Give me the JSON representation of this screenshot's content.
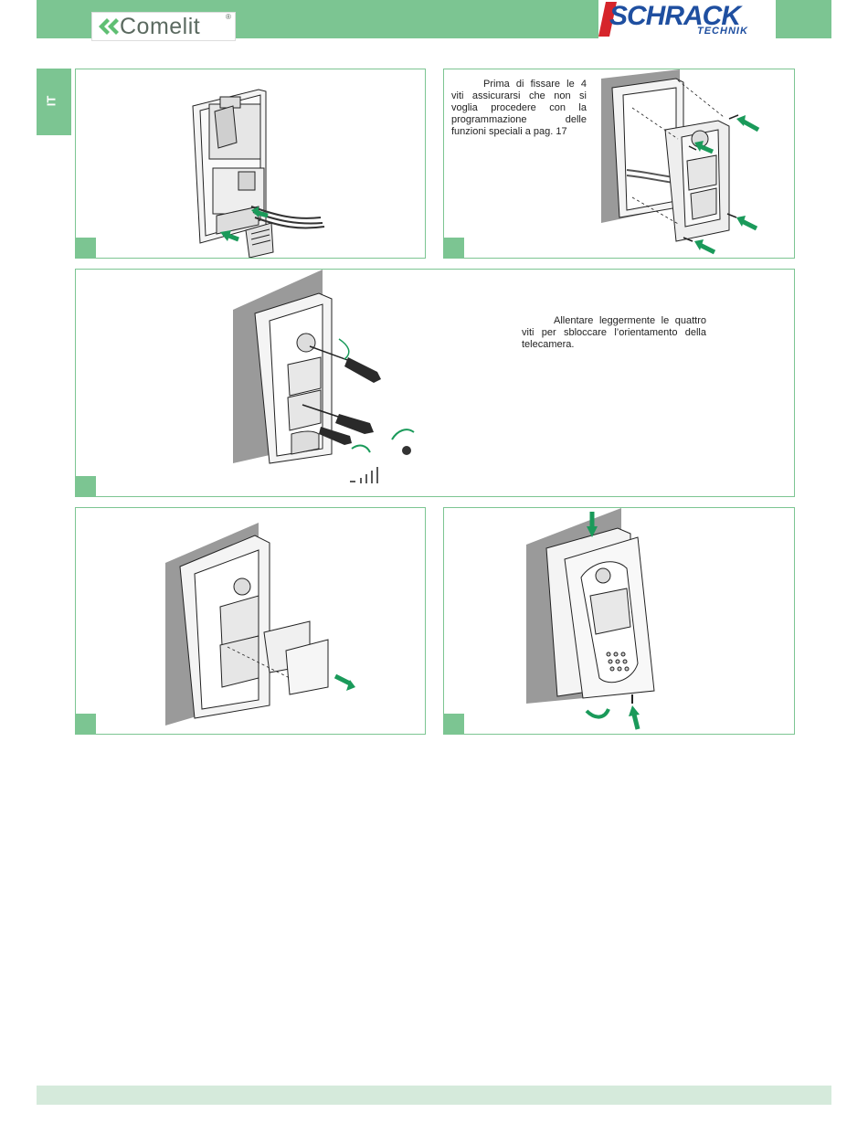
{
  "header": {
    "left_logo": "Comelit",
    "left_logo_mark": "®",
    "right_logo_top": "SCHRACK",
    "right_logo_bottom": "TECHNIK"
  },
  "language_tab": "IT",
  "panels": {
    "p2_text": "Prima di fissare le 4 viti assicurarsi che non si voglia procedere con la programmazione delle funzioni speciali a pag. 17",
    "p3_text": "Allentare leggermente le quattro viti per sbloccare l’orientamento della telecamera."
  },
  "colors": {
    "accent": "#7cc592",
    "footer": "#d5eadb",
    "arrow": "#1a9a5a",
    "brand_blue": "#1f4fa0"
  }
}
